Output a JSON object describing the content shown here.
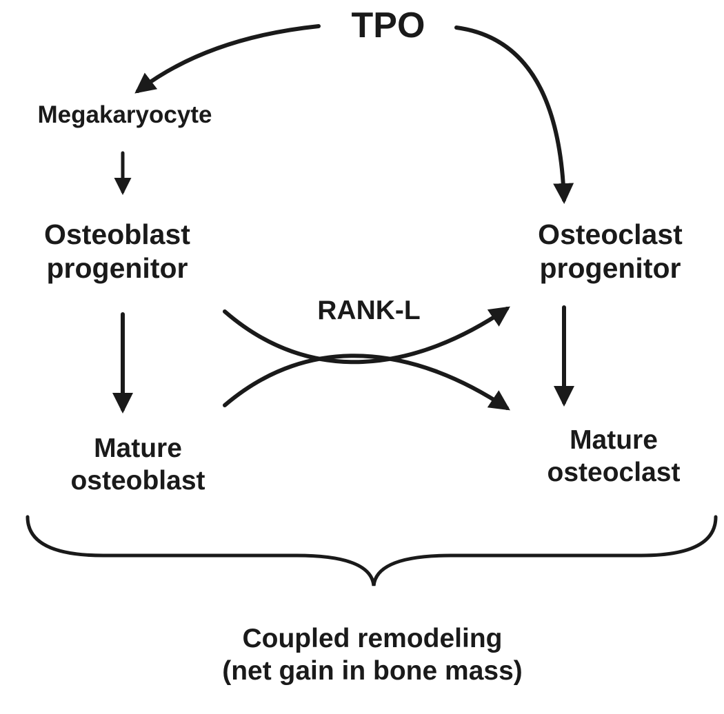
{
  "nodes": {
    "tpo": "TPO",
    "megakaryocyte": "Megakaryocyte",
    "osteoblast_progenitor": [
      "Osteoblast",
      "progenitor"
    ],
    "osteoclast_progenitor": [
      "Osteoclast",
      "progenitor"
    ],
    "mature_osteoblast": [
      "Mature",
      "osteoblast"
    ],
    "mature_osteoclast": [
      "Mature",
      "osteoclast"
    ]
  },
  "edge_labels": {
    "rank_l": "RANK-L"
  },
  "summary": [
    "Coupled remodeling",
    "(net gain in bone mass)"
  ],
  "colors": {
    "ink": "#1a1a1a",
    "background": "#ffffff"
  }
}
